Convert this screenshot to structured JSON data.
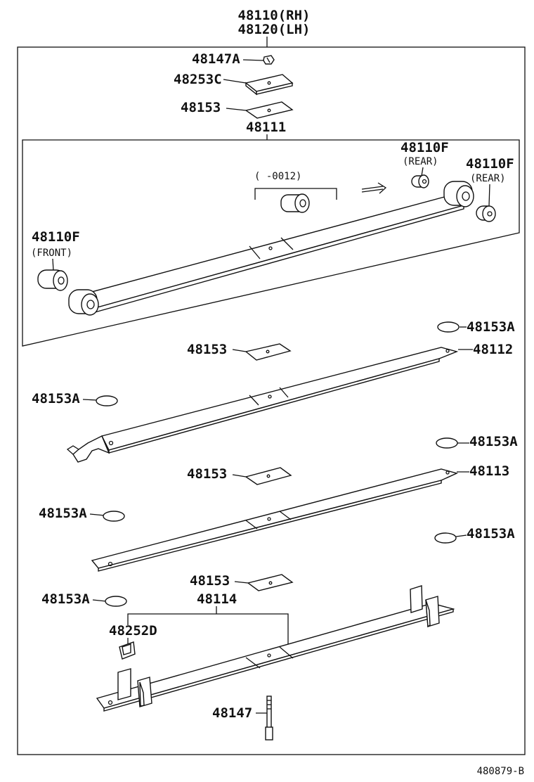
{
  "assembly": {
    "part_rh": "48110(RH)",
    "part_lh": "48120(LH)"
  },
  "parts": {
    "p48147A": "48147A",
    "p48253C": "48253C",
    "p48153_top": "48153",
    "p48111": "48111",
    "p48110F_rear_1": "48110F",
    "rear_1": "(REAR)",
    "p48110F_rear_2": "48110F",
    "rear_2": "(REAR)",
    "serial_range": "(      -0012)",
    "p48110F_front": "48110F",
    "front": "(FRONT)",
    "p48153A_1": "48153A",
    "p48153_2": "48153",
    "p48112": "48112",
    "p48153A_2": "48153A",
    "p48153A_3": "48153A",
    "p48153_3": "48153",
    "p48113": "48113",
    "p48153A_4": "48153A",
    "p48153A_5": "48153A",
    "p48153_4": "48153",
    "p48153A_6": "48153A",
    "p48114": "48114",
    "p48252D": "48252D",
    "p48147": "48147"
  },
  "figure_code": "480879-B"
}
